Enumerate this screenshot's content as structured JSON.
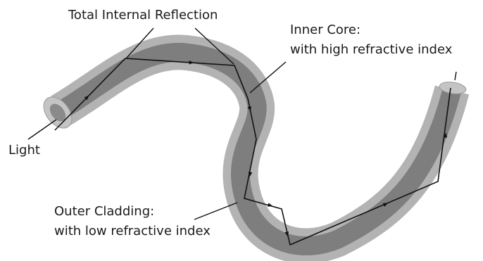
{
  "labels": {
    "reflection": "Total Internal Reflection",
    "core_line1": "Inner Core:",
    "core_line2": "with high refractive index",
    "light": "Light",
    "cladding_line1": "Outer Cladding:",
    "cladding_line2": "with low refractive index"
  },
  "colors": {
    "cladding": "#b3b3b3",
    "core": "#7e7e7e",
    "ray": "#111111",
    "text": "#1a1a1a"
  }
}
